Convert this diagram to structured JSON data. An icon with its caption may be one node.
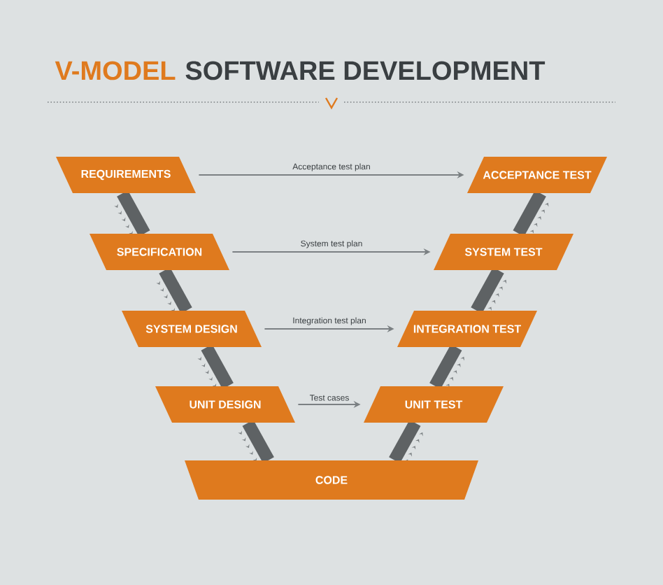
{
  "diagram": {
    "nodes": [
      {
        "text": [
          "REQUIREMENTS"
        ]
      },
      {
        "text": [
          "ACCEPTANCE TEST"
        ]
      },
      {
        "text": [
          "SPECIFICATION"
        ]
      },
      {
        "text": [
          "SYSTEM TEST"
        ]
      },
      {
        "text": [
          "SYSTEM DESIGN"
        ]
      },
      {
        "text": [
          "INTEGRATION TEST"
        ]
      },
      {
        "text": [
          "UNIT DESIGN"
        ]
      },
      {
        "text": [
          "UNIT TEST"
        ]
      },
      {
        "text": [
          "CODE"
        ]
      }
    ],
    "edges": [
      {
        "from": 0,
        "to": 1,
        "arrow": "to",
        "label": "Acceptance test plan"
      },
      {
        "from": 2,
        "to": 3,
        "arrow": "to",
        "label": "System test plan"
      },
      {
        "from": 4,
        "to": 5,
        "arrow": "to",
        "label": "Integration test plan"
      },
      {
        "from": 6,
        "to": 7,
        "arrow": "to",
        "label": "Test cases"
      },
      {
        "from": 0,
        "to": 2,
        "arrow": "to",
        "color": "#5e6264"
      },
      {
        "from": 2,
        "to": 4,
        "arrow": "to",
        "color": "#5e6264"
      },
      {
        "from": 4,
        "to": 6,
        "arrow": "to",
        "color": "#5e6264"
      },
      {
        "from": 6,
        "to": 8,
        "arrow": "to",
        "color": "#5e6264"
      },
      {
        "from": 8,
        "to": 7,
        "arrow": "to",
        "color": "#5e6264"
      },
      {
        "from": 7,
        "to": 5,
        "arrow": "to",
        "color": "#5e6264"
      },
      {
        "from": 5,
        "to": 3,
        "arrow": "to",
        "color": "#5e6264"
      },
      {
        "from": 3,
        "to": 1,
        "arrow": "to",
        "color": "#5e6264"
      }
    ],
    "labels": [
      "V-MODEL",
      "SOFTWARE DEVELOPMENT"
    ]
  }
}
